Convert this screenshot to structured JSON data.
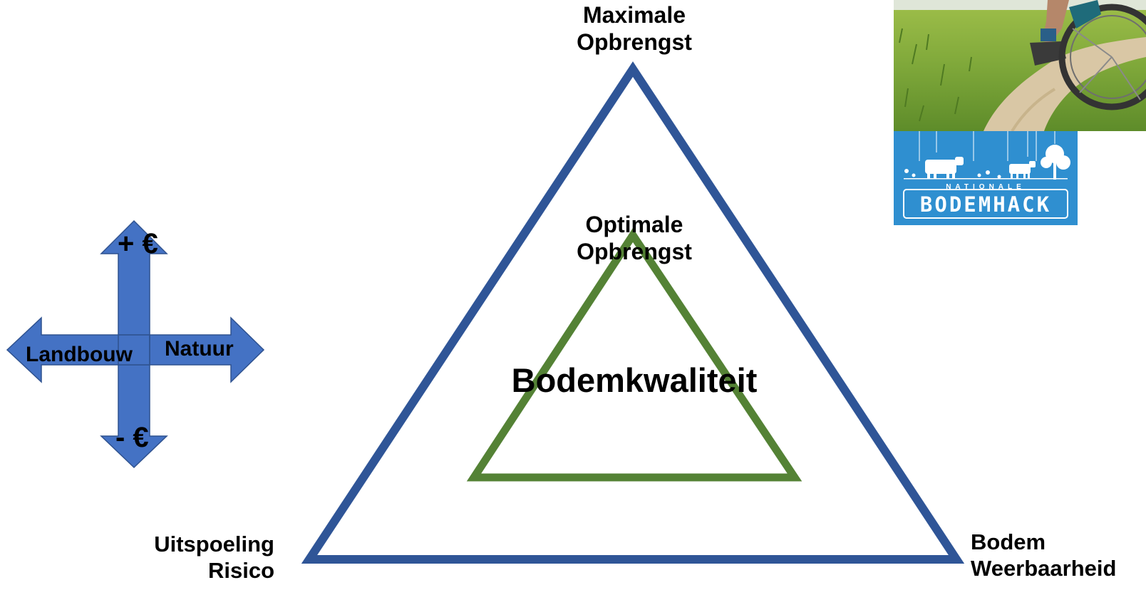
{
  "labels": {
    "maximale": [
      "Maximale",
      "Opbrengst"
    ],
    "optimale": [
      "Optimale",
      "Opbrengst"
    ],
    "center": "Bodemkwaliteit",
    "uitspoeling": [
      "Uitspoeling",
      "Risico"
    ],
    "bodem": [
      "Bodem",
      "Weerbaarheid"
    ]
  },
  "compass": {
    "up": "+ €",
    "down": "- €",
    "left": "Landbouw",
    "right": "Natuur",
    "arrow_color": "#4472c4",
    "arrow_border": "#2f528f"
  },
  "logo": {
    "subtitle": "NATIONALE",
    "title": "BODEMHACK",
    "background": "#2f8fd0"
  },
  "colors": {
    "outer_triangle": "#2f5597",
    "inner_triangle": "#548235"
  }
}
